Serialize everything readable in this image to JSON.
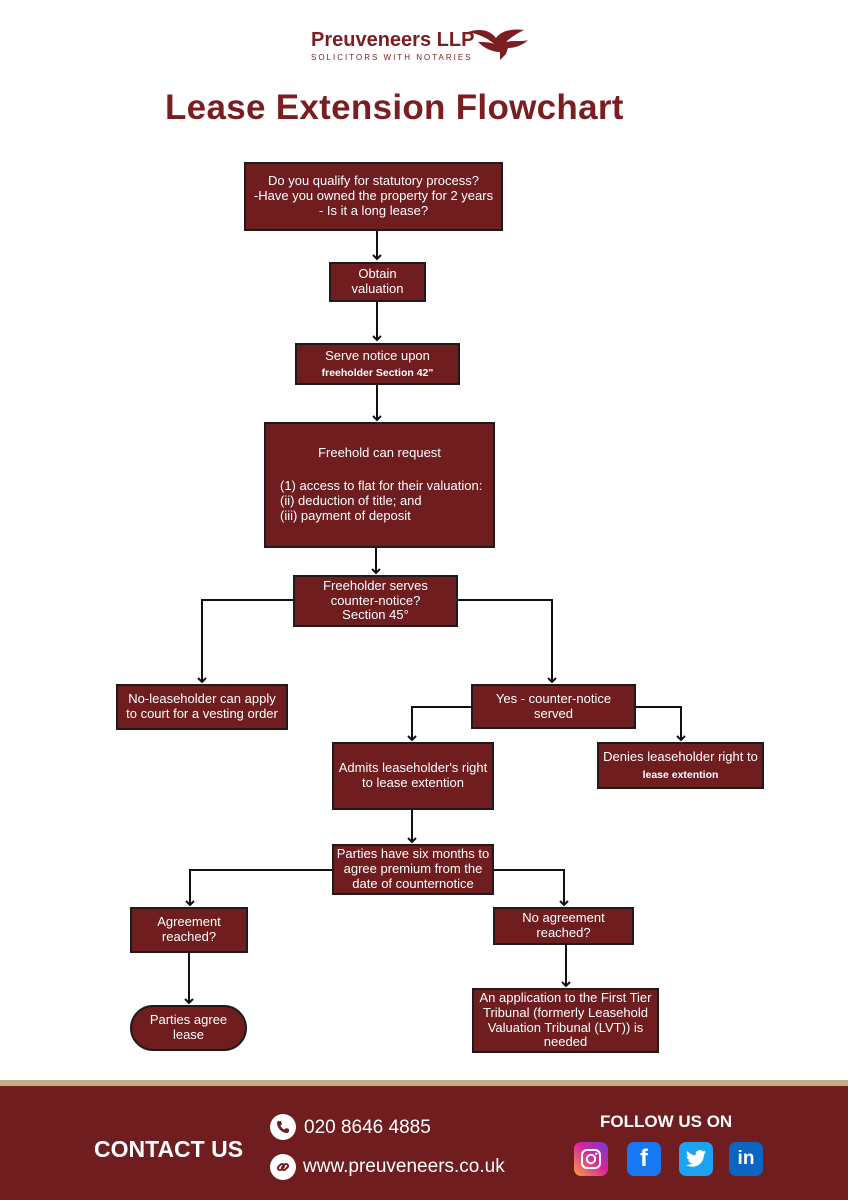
{
  "header": {
    "brand_name": "Preuveneers LLP",
    "brand_tagline": "SOLICITORS WITH NOTARIES",
    "logo_icon": "eagle-icon"
  },
  "title": "Lease Extension Flowchart",
  "nodes": {
    "qualify": {
      "lines": [
        "Do you qualify for statutory process?",
        "-Have you owned the property for 2 years",
        "- Is it a long lease?"
      ]
    },
    "valuation": {
      "lines": [
        "Obtain",
        "valuation"
      ]
    },
    "serve_notice": {
      "line1": "Serve notice upon",
      "line2": "freeholder Section 42\""
    },
    "freehold_request": {
      "heading": "Freehold can request",
      "lines": [
        "(1) access to flat for their valuation:",
        "(ii) deduction of title; and",
        "(iii) payment of deposit"
      ]
    },
    "counter_notice": {
      "lines": [
        "Freeholder serves",
        "counter-notice?",
        "Section 45°"
      ]
    },
    "no_branch": {
      "lines": [
        "No-leaseholder can apply",
        "to court for a vesting order"
      ]
    },
    "yes_branch": {
      "lines": [
        "Yes - counter-notice",
        "served"
      ]
    },
    "admits": {
      "lines": [
        "Admits leaseholder's right",
        "to lease extention"
      ]
    },
    "denies": {
      "line1": "Denies leaseholder right to",
      "line2": "lease extention"
    },
    "six_months": {
      "lines": [
        "Parties have six months to",
        "agree premium from the",
        "date of counternotice"
      ]
    },
    "agreement": {
      "lines": [
        "Agreement",
        "reached?"
      ]
    },
    "no_agreement": {
      "lines": [
        "No agreement",
        "reached?"
      ]
    },
    "agree_lease": {
      "lines": [
        "Parties agree",
        "lease"
      ]
    },
    "tribunal": {
      "lines": [
        "An application to the First Tier",
        "Tribunal (formerly Leasehold",
        "Valuation Tribunal (LVT)) is",
        "needed"
      ]
    }
  },
  "footer": {
    "contact_title": "CONTACT US",
    "phone": "020 8646 4885",
    "website": "www.preuveneers.co.uk",
    "follow_title": "FOLLOW US ON",
    "social": [
      "instagram-icon",
      "facebook-icon",
      "twitter-icon",
      "linkedin-icon"
    ],
    "colors": {
      "primary": "#6f1d1f",
      "stripe": "#c4ab8a"
    }
  }
}
